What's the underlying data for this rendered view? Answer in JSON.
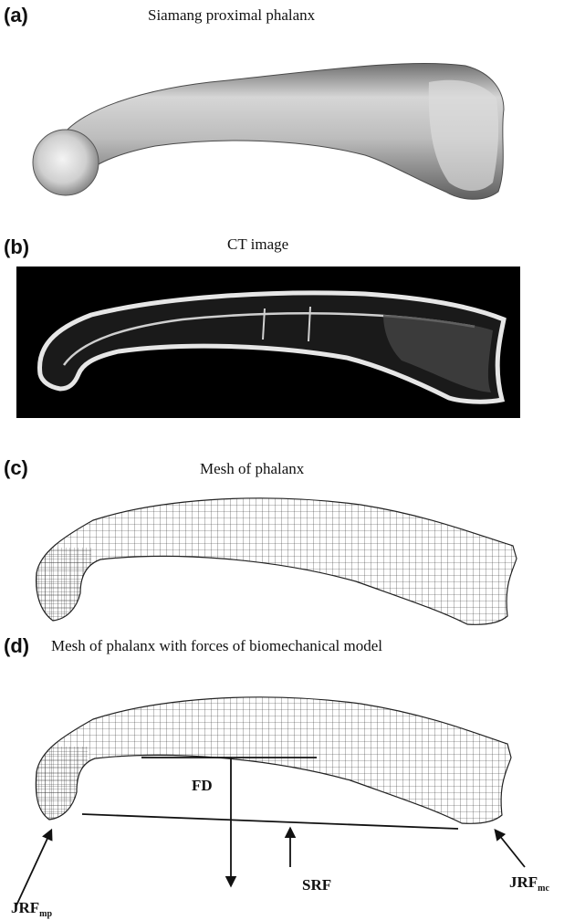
{
  "panels": {
    "a": {
      "letter": "(a)",
      "title": "Siamang proximal phalanx"
    },
    "b": {
      "letter": "(b)",
      "title": "CT image"
    },
    "c": {
      "letter": "(c)",
      "title": "Mesh of phalanx"
    },
    "d": {
      "letter": "(d)",
      "title": "Mesh of phalanx with forces of biomechanical model"
    }
  },
  "forces": {
    "fd": "FD",
    "srf": "SRF",
    "jrf_mc": {
      "main": "JRF",
      "sub": "mc"
    },
    "jrf_mp": {
      "main": "JRF",
      "sub": "mp"
    }
  },
  "colors": {
    "bone_light": "#e9e9e9",
    "bone_shadow": "#8a8a8a",
    "ct_background": "#000000",
    "mesh_line": "#333333"
  }
}
